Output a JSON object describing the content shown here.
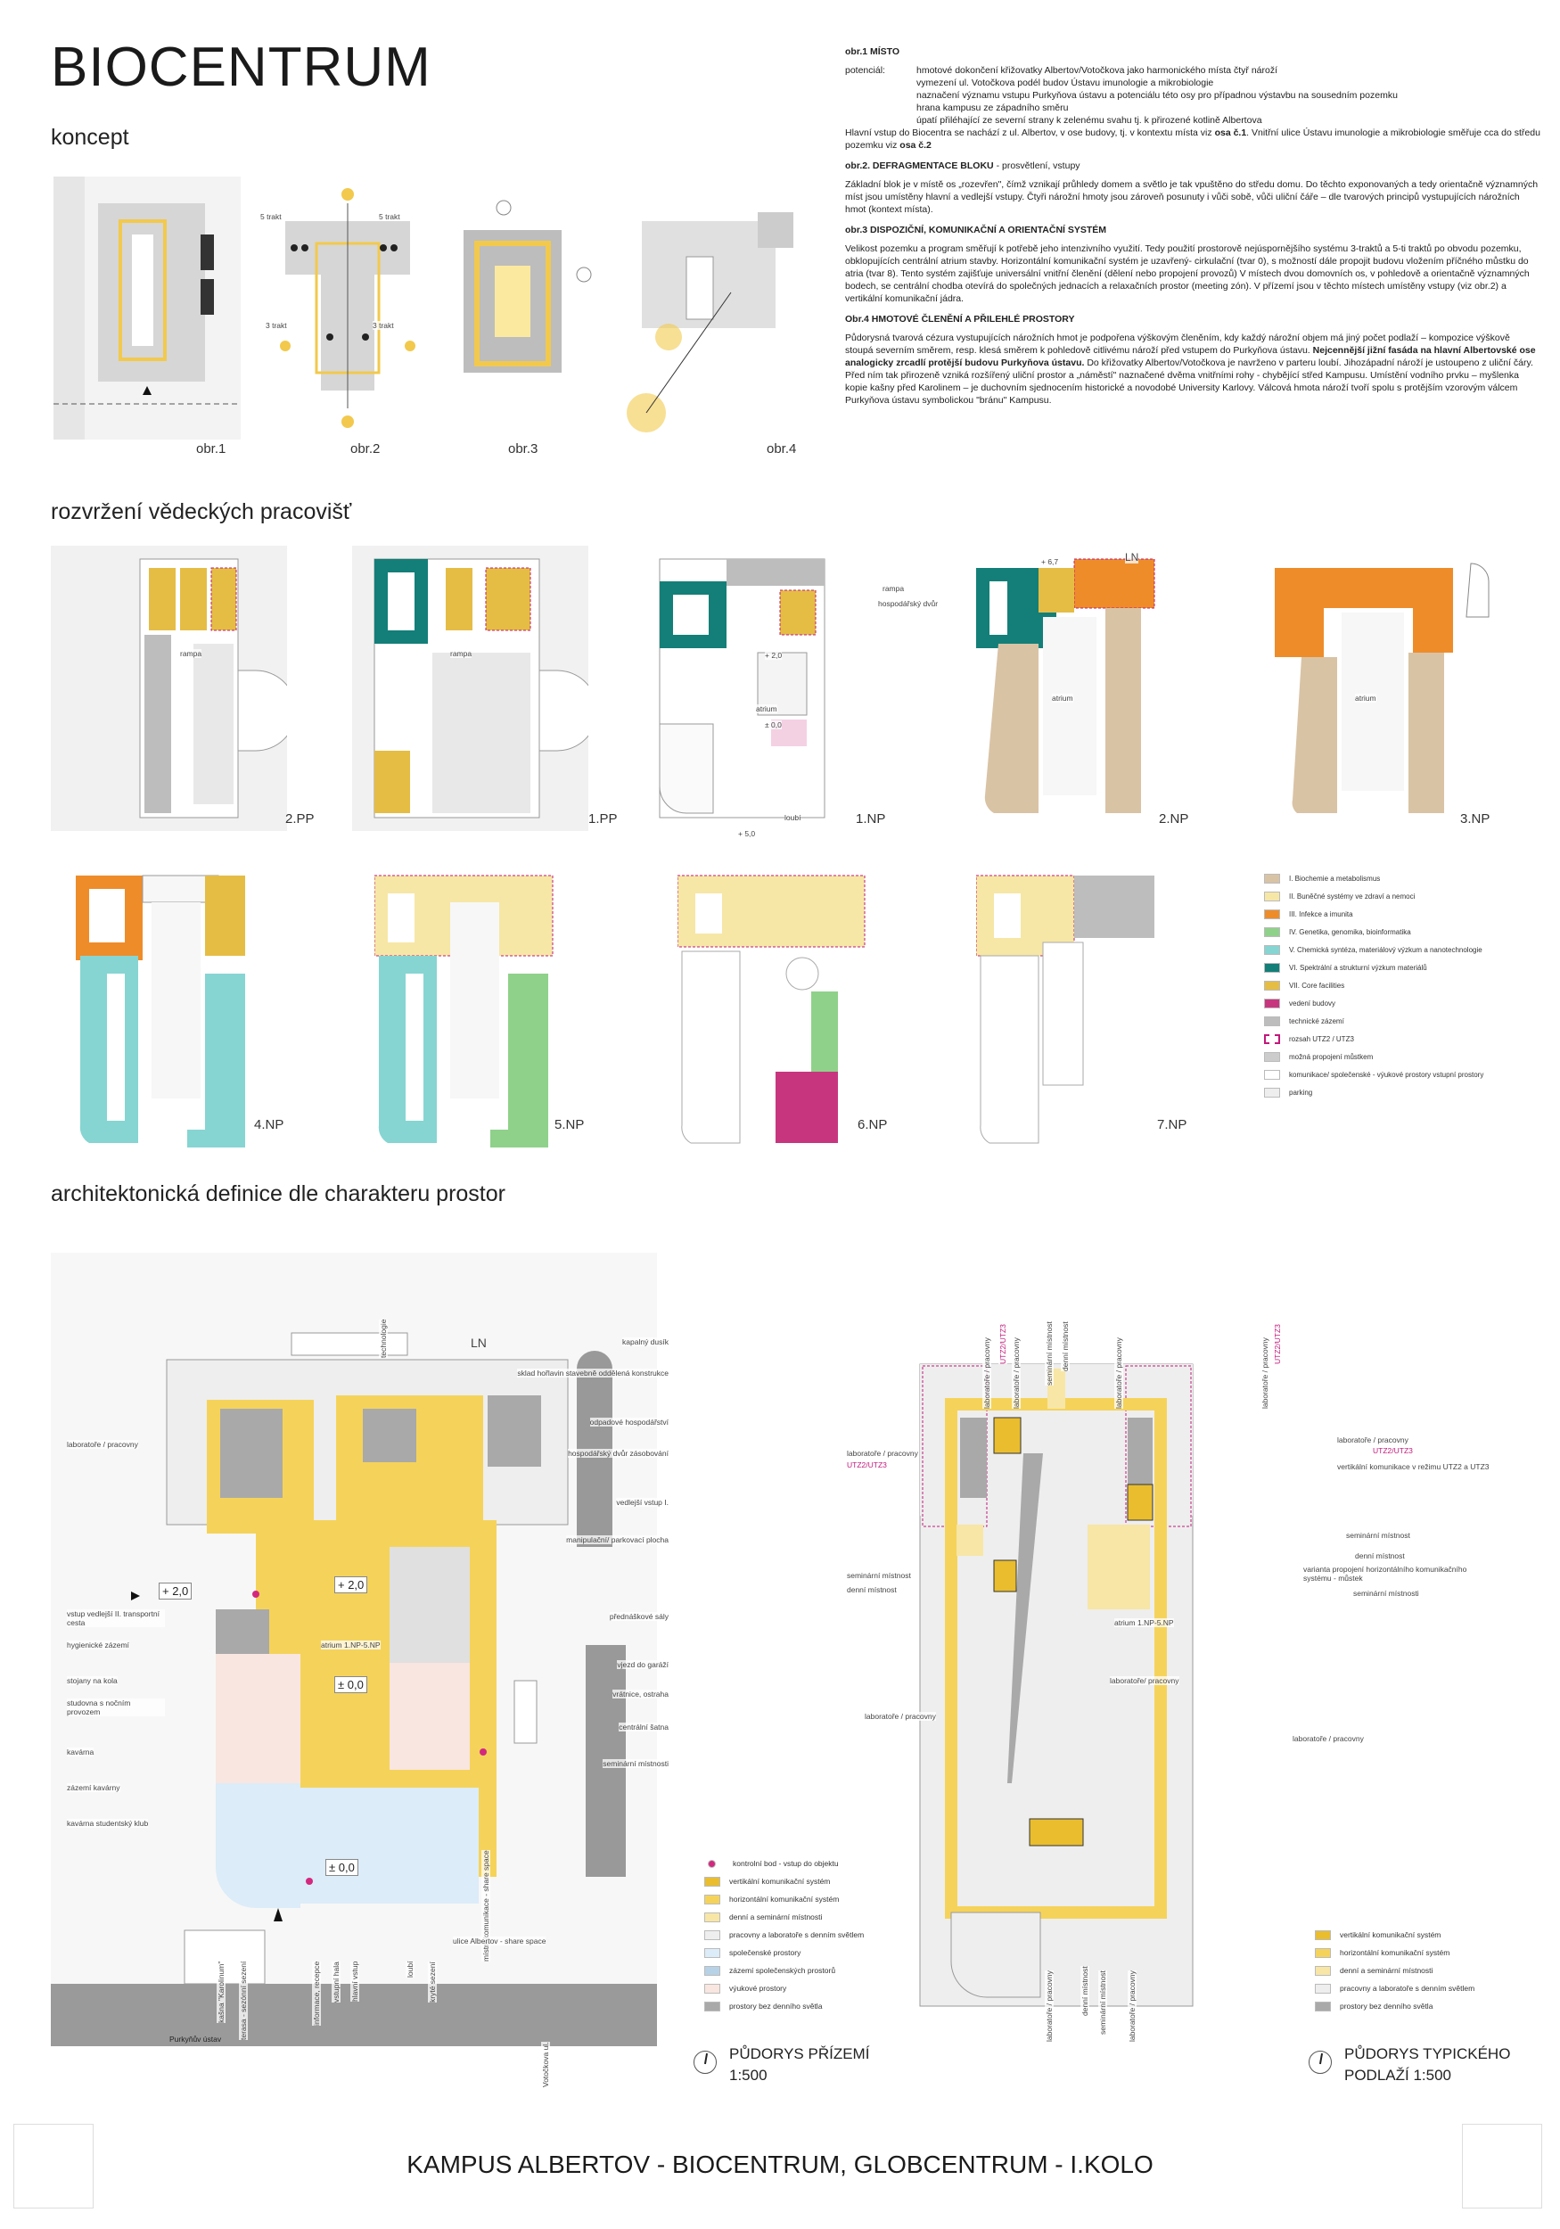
{
  "title": "BIOCENTRUM",
  "sections": {
    "concept": "koncept",
    "science": "rozvržení vědeckých pracovišť",
    "architecture": "architektonická definice dle charakteru prostor"
  },
  "concept": {
    "labels": [
      "obr.1",
      "obr.2",
      "obr.3",
      "obr.4"
    ],
    "trakt5": "5 trakt",
    "trakt3": "3 trakt"
  },
  "text": {
    "h1": "obr.1 MÍSTO",
    "pot_label": "potenciál:",
    "pot": [
      "hmotové dokončení  křižovatky Albertov/Votočkova  jako harmonického místa čtyř nároží",
      "vymezení ul. Votočkova podél budov Ústavu imunologie a mikrobiologie",
      "naznačení významu vstupu Purkyňova ústavu a potenciálu této osy pro případnou výstavbu na sousedním pozemku",
      "hrana kampusu ze západního směru",
      "úpatí přiléhající ze severní strany k zelenému svahu tj. k přirozené kotlině Albertova"
    ],
    "p1a": "Hlavní vstup do Biocentra se nachází z ul. Albertov, v ose budovy, tj. v kontextu místa viz ",
    "p1b": "osa č.1",
    "p1c": ". Vnitřní ulice Ústavu imunologie a mikrobiologie směřuje cca do středu pozemku viz ",
    "p1d": "osa č.2",
    "h2": "obr.2. DEFRAGMENTACE BLOKU",
    "h2b": " - prosvětlení, vstupy",
    "p2": "Základní blok je v místě os „rozevřen\", čímž vznikají průhledy domem a světlo je tak vpuštěno do středu domu. Do těchto exponovaných a tedy orientačně významných míst jsou umístěny hlavní a vedlejší vstupy. Čtyři nárožní hmoty jsou zároveň posunuty i vůči sobě, vůči uliční čáře – dle tvarových principů vystupujících nárožních hmot (kontext místa).",
    "h3": "obr.3 DISPOZIČNÍ, KOMUNIKAČNÍ A ORIENTAČNÍ SYSTÉM",
    "p3": "Velikost pozemku a program směřují k potřebě jeho intenzivního využití. Tedy použití prostorově nejúspornějšího systému 3-traktů a 5-ti traktů po obvodu pozemku, obklopujících centrální atrium stavby. Horizontální komunikační systém je uzavřený- cirkulační (tvar 0), s možností dále propojit budovu vložením příčného můstku do atria (tvar 8). Tento systém zajišťuje universální vnitřní členění (dělení nebo propojení provozů) V místech dvou domovních os, v pohledově a orientačně významných bodech, se centrální chodba otevírá do společných jednacích a relaxačních prostor (meeting zón). V přízemí jsou v těchto místech umístěny vstupy (viz obr.2) a vertikální komunikační jádra.",
    "h4": "Obr.4 HMOTOVÉ ČLENĚNÍ A PŘILEHLÉ PROSTORY",
    "p4a": "Půdorysná tvarová cézura vystupujících nárožních hmot je podpořena výškovým členěním, kdy každý nárožní objem má jiný počet podlaží – kompozice výškově stoupá severním směrem, resp. klesá směrem k pohledově citlivému nároží před vstupem do Purkyňova ústavu. ",
    "p4b": "Nejcennější jižní fasáda na hlavní Albertovské ose analogicky zrcadlí protější budovu Purkyňova ústavu.",
    "p4c": " Do křižovatky Albertov/Votočkova je navrženo v parteru loubí. Jihozápadní nároží je ustoupeno z uliční čáry. Před ním tak přirozeně vzniká rozšířený uliční prostor a „náměstí\" naznačené dvěma vnitřními rohy - chybějící střed Kampusu. Umístění vodního prvku – myšlenka kopie kašny před Karolinem – je duchovním sjednocením historické a novodobé University Karlovy. Válcová hmota nároží tvoří spolu s protějším vzorovým válcem Purkyňova ústavu symbolickou \"bránu\" Kampusu."
  },
  "floors": [
    "2.PP",
    "1.PP",
    "1.NP",
    "2.NP",
    "3.NP",
    "4.NP",
    "5.NP",
    "6.NP",
    "7.NP"
  ],
  "floor_notes": {
    "rampa": "rampa",
    "dvur": "hospodářský dvůr",
    "atrium": "atrium",
    "loubi": "loubí",
    "ln": "LN",
    "l1": "+ 6,7",
    "l2": "+ 2,0",
    "l3": "± 0,0",
    "l4": "+ 5,0"
  },
  "legend": [
    {
      "label": "I. Biochemie a metabolismus",
      "color": "#d9c3a5"
    },
    {
      "label": "II. Buněčné systémy ve zdraví a nemoci",
      "color": "#f6e7a6"
    },
    {
      "label": "III. Infekce a imunita",
      "color": "#ee8c2a"
    },
    {
      "label": "IV. Genetika, genomika, bioinformatika",
      "color": "#8fd18a"
    },
    {
      "label": "V. Chemická syntéza, materiálový výzkum a nanotechnologie",
      "color": "#86d5d2"
    },
    {
      "label": "VI. Spektrální a strukturní výzkum materiálů",
      "color": "#137f78"
    },
    {
      "label": "VII. Core facilities",
      "color": "#e5bd45"
    },
    {
      "label": "vedení budovy",
      "color": "#c8357f"
    },
    {
      "label": "technické zázemí",
      "color": "#bdbdbd"
    },
    {
      "label": "rozsah UTZ2 / UTZ3",
      "color": "#c2187a"
    },
    {
      "label": "možná propojení můstkem",
      "color": "#cccccc"
    },
    {
      "label": "komunikace/ společenské - výukové prostory vstupní prostory",
      "color": "#ffffff"
    },
    {
      "label": "parking",
      "color": "#eeeeee"
    }
  ],
  "ground": {
    "left_notes": [
      "laboratoře / pracovny",
      "vstup vedlejší II. transportní cesta",
      "hygienické zázemí",
      "stojany na kola",
      "studovna s nočním provozem",
      "kavárna",
      "zázemí kavárny",
      "kavárna studentský klub"
    ],
    "right_notes": [
      "kapalný dusík",
      "sklad hořlavin stavebně oddělená konstrukce",
      "odpadové hospodářství",
      "hospodářský dvůr zásobování",
      "vedlejší vstup I.",
      "manipulační/ parkovací plocha",
      "přednáškové sály",
      "vjezd do garáží",
      "vrátnice, ostraha",
      "centrální šatna",
      "seminární místnosti"
    ],
    "bottom_notes": [
      "kašna \"Karolinum\"",
      "terasa - sezónní sezení",
      "informace, recepce",
      "vstupní hala",
      "hlavní vstup",
      "loubí",
      "kryté sezení",
      "Votočkova ul."
    ],
    "street": "ulice Albertov - share space",
    "purkyne": "Purkyňův ústav",
    "tech": "technologie",
    "ln": "LN",
    "atrium": "atrium 1.NP-5.NP",
    "lvl_a": "+ 2,0",
    "lvl_b": "± 0,0",
    "lvl_c": "+ 2,0",
    "lvl_d": "± 0,0",
    "share": "místní komunikace - share space",
    "legend": [
      {
        "label": "kontrolní bod - vstup do objektu",
        "color": "#d4287f"
      },
      {
        "label": "vertikální komunikační systém",
        "color": "#e9bd2e"
      },
      {
        "label": "horizontální komunikační systém",
        "color": "#f5d35a"
      },
      {
        "label": "denní a seminární místnosti",
        "color": "#f7e6a6"
      },
      {
        "label": "pracovny a laboratoře s denním světlem",
        "color": "#eeeeee"
      },
      {
        "label": "společenské prostory",
        "color": "#dcecf8"
      },
      {
        "label": "zázemí společenských prostorů",
        "color": "#b7d2e6"
      },
      {
        "label": "výukové prostory",
        "color": "#f9e6e0"
      },
      {
        "label": "prostory bez denního světla",
        "color": "#a9a9a9"
      }
    ],
    "caption1": "PŮDORYS PŘÍZEMÍ",
    "caption2": "1:500"
  },
  "typical": {
    "top_notes": [
      "laboratoře / pracovny",
      "laboratoře / pracovny",
      "seminární místnost",
      "denní místnost",
      "laboratoře / pracovny",
      "laboratoře / pracovny"
    ],
    "utz": "UTZ2/UTZ3",
    "left_a": "laboratoře / pracovny",
    "left_b": "seminární místnost",
    "left_c": "denní místnost",
    "left_d": "laboratoře / pracovny",
    "right_a": "laboratoře / pracovny",
    "right_b": "vertikální komunikace v režimu UTZ2 a UTZ3",
    "right_c": "seminární místnost",
    "right_d": "denní místnost",
    "right_e": "varianta propojení horizontálního komunikačního systému - můstek",
    "right_f": "seminární místnosti",
    "right_g": "laboratoře / pracovny",
    "atrium": "atrium 1.NP-5.NP",
    "mid": "laboratoře/ pracovny",
    "bottom_notes": [
      "laboratoře / pracovny",
      "denní místnost",
      "seminární místnost",
      "laboratoře / pracovny"
    ],
    "legend": [
      {
        "label": "vertikální komunikační systém",
        "color": "#e9bd2e"
      },
      {
        "label": "horizontální komunikační systém",
        "color": "#f5d35a"
      },
      {
        "label": "denní a seminární místnosti",
        "color": "#f7e6a6"
      },
      {
        "label": "pracovny a laboratoře s denním světlem",
        "color": "#eeeeee"
      },
      {
        "label": "prostory bez denního světla",
        "color": "#a9a9a9"
      }
    ],
    "caption1": "PŮDORYS TYPICKÉHO",
    "caption2": "PODLAŽÍ 1:500"
  },
  "footer": "KAMPUS ALBERTOV - BIOCENTRUM, GLOBCENTRUM - I.KOLO"
}
